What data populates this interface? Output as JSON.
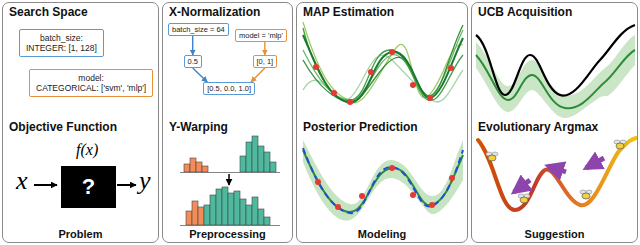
{
  "diagram": {
    "nodes": [
      {
        "text": [
          "Search Space",
          "Objective Function",
          "Problem"
        ]
      },
      {
        "text": [
          "batch_size:",
          "INTEGER: [1, 128]"
        ],
        "in": 0
      },
      {
        "text": [
          "model:",
          "CATEGORICAL: ['svm', 'mlp']"
        ],
        "in": 0
      },
      {
        "text": [
          "?"
        ],
        "in": 0
      },
      {
        "text": [
          "X-Normalization",
          "Y-Warping",
          "Preprocessing"
        ]
      },
      {
        "text": [
          "batch_size = 64"
        ],
        "in": 4
      },
      {
        "text": [
          "model = 'mlp'"
        ],
        "in": 4
      },
      {
        "text": [
          "0.5"
        ],
        "in": 4
      },
      {
        "text": [
          "[0, 1]"
        ],
        "in": 4
      },
      {
        "text": [
          "[0.5, 0.0, 1.0]"
        ],
        "in": 4
      },
      {
        "text": [
          "MAP Estimation",
          "Posterior Prediction",
          "Modeling"
        ]
      },
      {
        "text": [
          "UCB Acquisition",
          "Evolutionary Argmax",
          "Suggestion"
        ]
      }
    ],
    "edges": [
      {
        "from": 5,
        "to": 7,
        "arrow": "to"
      },
      {
        "from": 6,
        "to": 8,
        "arrow": "to"
      },
      {
        "from": 7,
        "to": 9,
        "arrow": "to"
      },
      {
        "from": 8,
        "to": 9,
        "arrow": "to"
      }
    ],
    "labels": [
      "f(x)",
      "x",
      "y"
    ]
  }
}
